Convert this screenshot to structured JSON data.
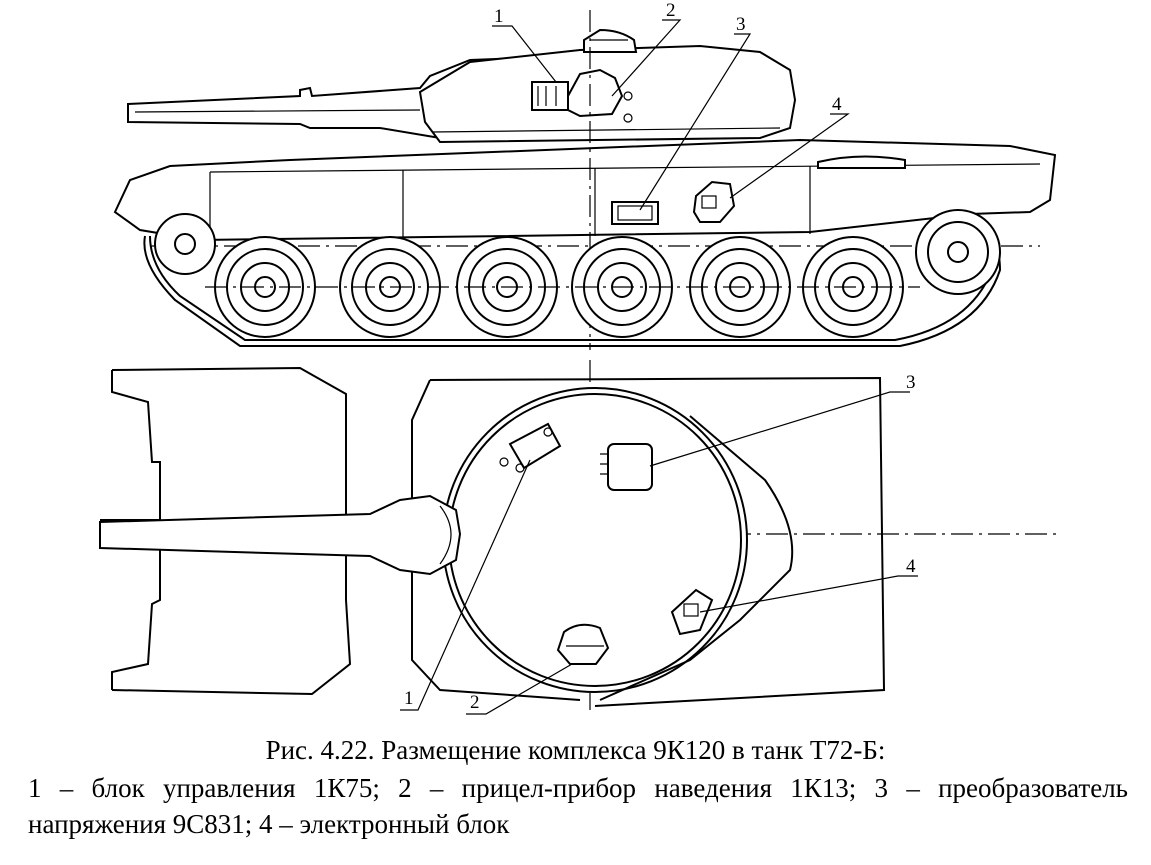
{
  "figure": {
    "callouts_side": [
      "1",
      "2",
      "3",
      "4"
    ],
    "callouts_top": [
      "1",
      "2",
      "3",
      "4"
    ]
  },
  "caption": {
    "title": "Рис. 4.22. Размещение комплекса  9К120 в танк  Т72-Б:",
    "body": "1 – блок управления 1К75;  2 – прицел-прибор  наведения 1К13; 3 – преобразователь напряжения 9С831; 4 – электронный блок"
  }
}
